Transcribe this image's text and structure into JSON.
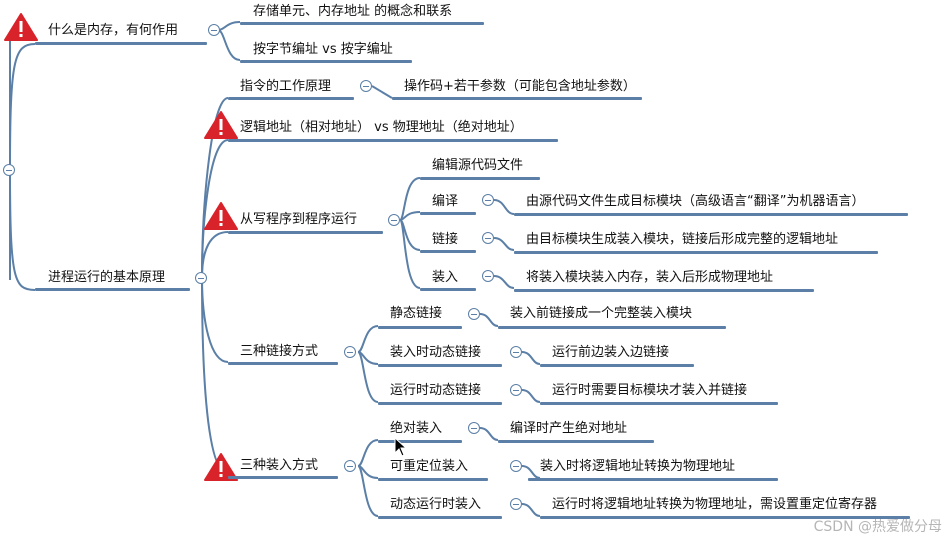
{
  "colors": {
    "line": "#5b7fa6",
    "warning": "#d8232a",
    "text": "#111111"
  },
  "nodes": {
    "memory": "什么是内存，有何作用",
    "mem_c1": "存储单元、内存地址 的概念和联系",
    "mem_c2": "按字节编址 vs 按字编址",
    "process": "进程运行的基本原理",
    "instr": "指令的工作原理",
    "instr_c1": "操作码+若干参数（可能包含地址参数）",
    "logical": "逻辑地址（相对地址） vs 物理地址（绝对地址）",
    "prog": "从写程序到程序运行",
    "edit": "编辑源代码文件",
    "compile": "编译",
    "compile_c": "由源代码文件生成目标模块（高级语言“翻译”为机器语言）",
    "link": "链接",
    "link_c": "由目标模块生成装入模块，链接后形成完整的逻辑地址",
    "load": "装入",
    "load_c": "将装入模块装入内存，装入后形成物理地址",
    "link3": "三种链接方式",
    "static": "静态链接",
    "static_c": "装入前链接成一个完整装入模块",
    "loadtime": "装入时动态链接",
    "loadtime_c": "运行前边装入边链接",
    "runtime": "运行时动态链接",
    "runtime_c": "运行时需要目标模块才装入并链接",
    "load3": "三种装入方式",
    "abs": "绝对装入",
    "abs_c": "编译时产生绝对地址",
    "reloc": "可重定位装入",
    "reloc_c": "装入时将逻辑地址转换为物理地址",
    "dyn": "动态运行时装入",
    "dyn_c": "运行时将逻辑地址转换为物理地址，需设置重定位寄存器"
  },
  "watermark": "CSDN @热爱做分母"
}
